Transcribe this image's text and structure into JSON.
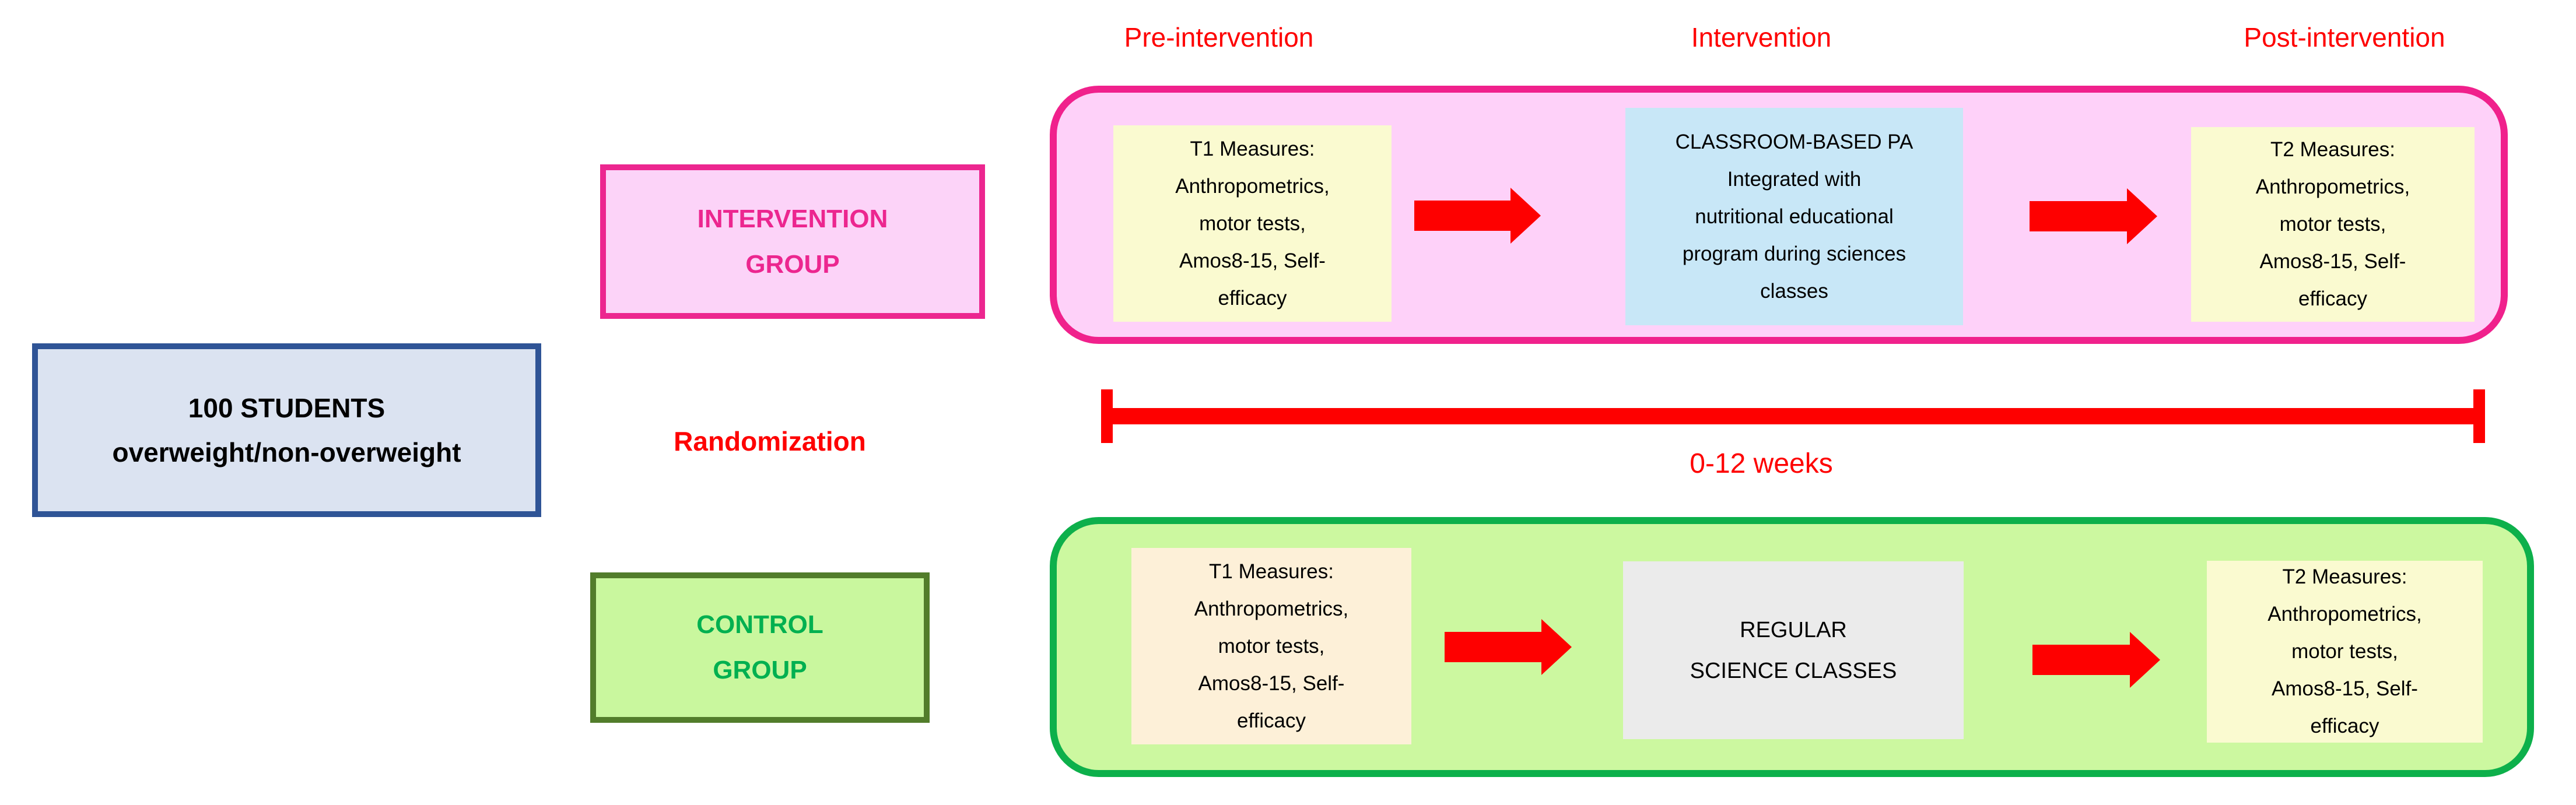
{
  "header_labels": {
    "pre_intervention": "Pre-intervention",
    "intervention": "Intervention",
    "post_intervention": "Post-intervention"
  },
  "students_box": {
    "line1": "100 STUDENTS",
    "line2": "overweight/non-overweight"
  },
  "randomization_label": "Randomization",
  "timeline_label": "0-12 weeks",
  "intervention_group": {
    "name_line1": "INTERVENTION",
    "name_line2": "GROUP",
    "t1_box": {
      "lines": [
        "T1 Measures:",
        "Anthropometrics,",
        "motor tests,",
        "Amos8-15, Self-",
        "efficacy"
      ]
    },
    "activity_box": {
      "lines": [
        "CLASSROOM-BASED PA",
        "Integrated with",
        "nutritional educational",
        "program during sciences",
        "classes"
      ]
    },
    "t2_box": {
      "lines": [
        "T2 Measures:",
        "Anthropometrics,",
        "motor tests,",
        "Amos8-15, Self-",
        "efficacy"
      ]
    }
  },
  "control_group": {
    "name_line1": "CONTROL",
    "name_line2": "GROUP",
    "t1_box": {
      "lines": [
        "T1 Measures:",
        "Anthropometrics,",
        "motor tests,",
        "Amos8-15, Self-",
        "efficacy"
      ]
    },
    "activity_box": {
      "lines": [
        "REGULAR",
        "SCIENCE CLASSES"
      ]
    },
    "t2_box": {
      "lines": [
        "T2 Measures:",
        "Anthropometrics,",
        "motor tests,",
        "Amos8-15, Self-",
        "efficacy"
      ]
    }
  },
  "colors": {
    "red": "#FE0000",
    "pink-border": "#F0218C",
    "pink-fill": "#FED1F9",
    "pink-box-fill": "#FCD3F8",
    "pink-text": "#EC268F",
    "green-border": "#0DB04B",
    "green-fill": "#CCF8A0",
    "control-box-fill": "#C9F79E",
    "control-box-border": "#527D2B",
    "green-text": "#00B050",
    "yellow-fill": "#FAFAD0",
    "cream-fill": "#FDF0D8",
    "blue-fill": "#C8E7F7",
    "grey-fill": "#EBEBEB",
    "students-fill": "#DBE3F1",
    "students-border": "#2F5496"
  }
}
